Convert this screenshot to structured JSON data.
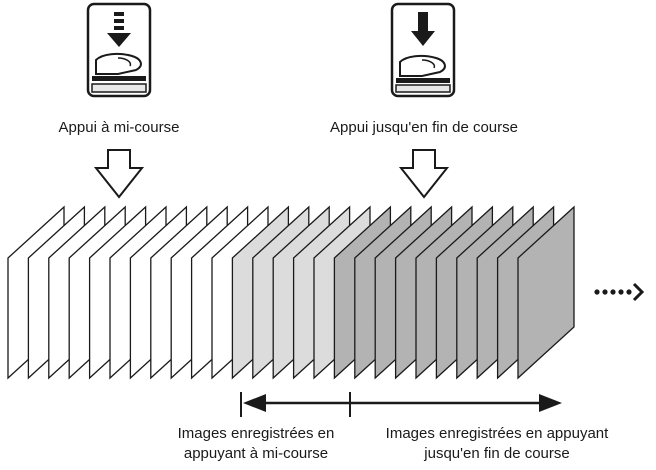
{
  "labels": {
    "half_press": "Appui à mi-course",
    "full_press": "Appui jusqu'en fin de course",
    "half_range_line1": "Images enregistrées en",
    "half_range_line2": "appuyant à mi-course",
    "full_range_line1": "Images enregistrées en appuyant",
    "full_range_line2": "jusqu'en fin de course"
  },
  "frames": {
    "white_count": 11,
    "light_gray_count": 5,
    "dark_gray_count": 10
  },
  "colors": {
    "white_frame": "#ffffff",
    "light_gray_frame": "#dcdcdc",
    "dark_gray_frame": "#b3b3b3",
    "stroke": "#1a1a1a",
    "button_panel": "#e8e8e8"
  },
  "icons": {
    "half_press_button": "finger-half-press-icon",
    "full_press_button": "finger-full-press-icon",
    "continuation": "dotted-arrow-right-icon"
  }
}
